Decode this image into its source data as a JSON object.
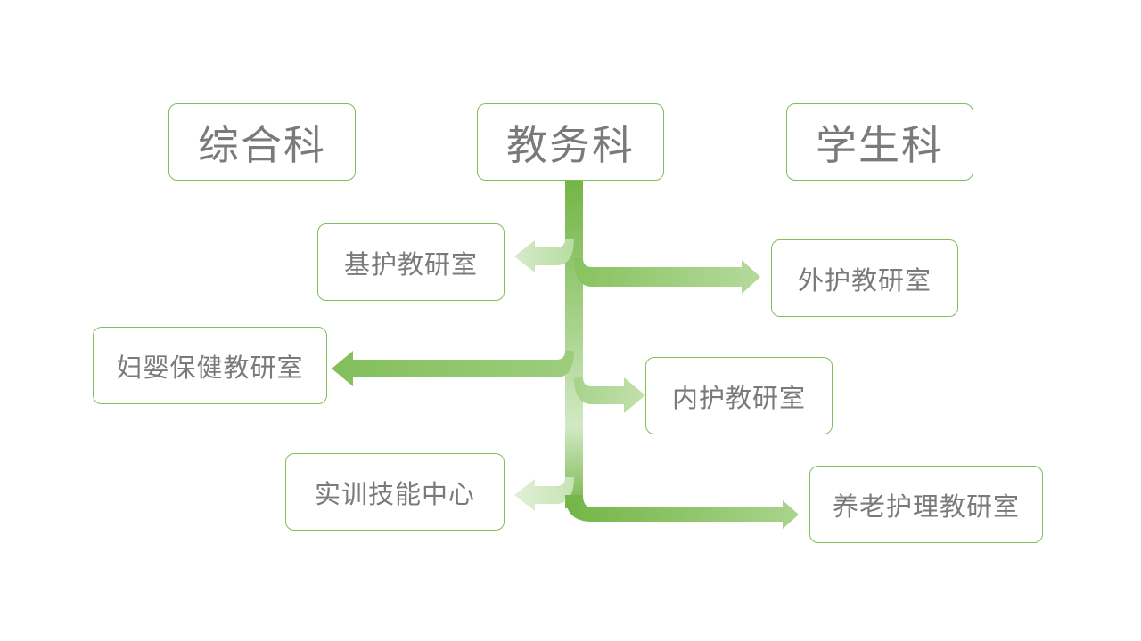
{
  "top_units": [
    {
      "label": "综合科"
    },
    {
      "label": "教务科"
    },
    {
      "label": "学生科"
    }
  ],
  "sub_units": [
    {
      "label": "基护教研室"
    },
    {
      "label": "外护教研室"
    },
    {
      "label": "妇婴保健教研室"
    },
    {
      "label": "内护教研室"
    },
    {
      "label": "实训技能中心"
    },
    {
      "label": "养老护理教研室"
    }
  ],
  "colors": {
    "accent": "#7ab648",
    "accent_light": "#c8e2b6",
    "border": "#7dbf5a",
    "text": "#7a7a7a"
  }
}
